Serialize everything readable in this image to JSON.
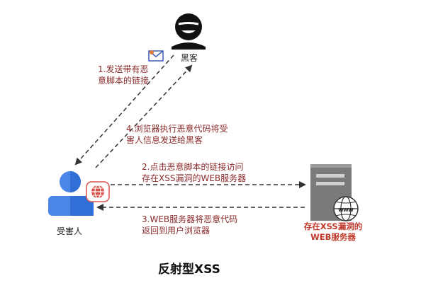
{
  "diagram": {
    "title": "反射型XSS",
    "actors": {
      "hacker": "黑客",
      "victim": "受害人",
      "server_line1": "存在XSS漏洞的",
      "server_line2": "WEB服务器"
    },
    "steps": [
      {
        "line1": "1.发送带有恶",
        "line2": "意脚本的链接"
      },
      {
        "line1": "2.点击恶意脚本的链接访问",
        "line2": "存在XSS漏洞的WEB服务器"
      },
      {
        "line1": "3.WEB服务器将恶意代码",
        "line2": "返回到用户浏览器"
      },
      {
        "line1": "4.浏览器执行恶意代码将受",
        "line2": "害人信息发送给黑客"
      }
    ],
    "colors": {
      "victim_blue": "#2f6fd6",
      "server_gray": "#808080",
      "arrow": "#333333",
      "step_text": "#8b2b2b",
      "server_text": "#c0392b",
      "browser_badge": "#d9534f"
    },
    "icons": [
      "hacker-icon",
      "envelope-icon",
      "victim-icon",
      "browser-globe-icon",
      "server-icon",
      "www-globe-icon"
    ]
  }
}
